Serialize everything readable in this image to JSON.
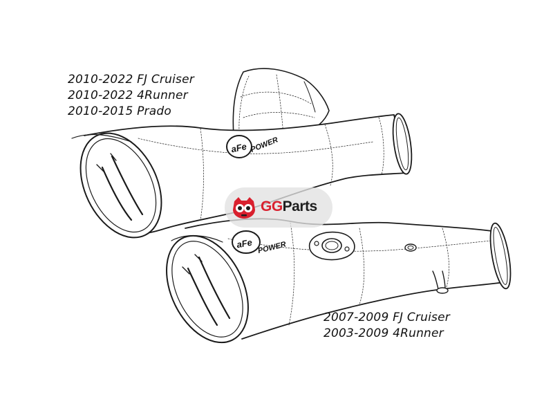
{
  "upper_part": {
    "fitment": [
      "2010-2022 FJ Cruiser",
      "2010-2022 4Runner",
      "2010-2015 Prado"
    ],
    "brand_stamp": {
      "mark": "aFe",
      "word": "POWER"
    }
  },
  "lower_part": {
    "fitment": [
      "2007-2009 FJ Cruiser",
      "2003-2009 4Runner"
    ],
    "brand_stamp": {
      "mark": "aFe",
      "word": "POWER"
    }
  },
  "watermark": {
    "brand_prefix": "GG",
    "brand_suffix": "Parts",
    "brand_color": "#d9202e",
    "icon": "red-robot-face-icon"
  },
  "colors": {
    "line": "#1a1a1a",
    "background": "#ffffff"
  }
}
